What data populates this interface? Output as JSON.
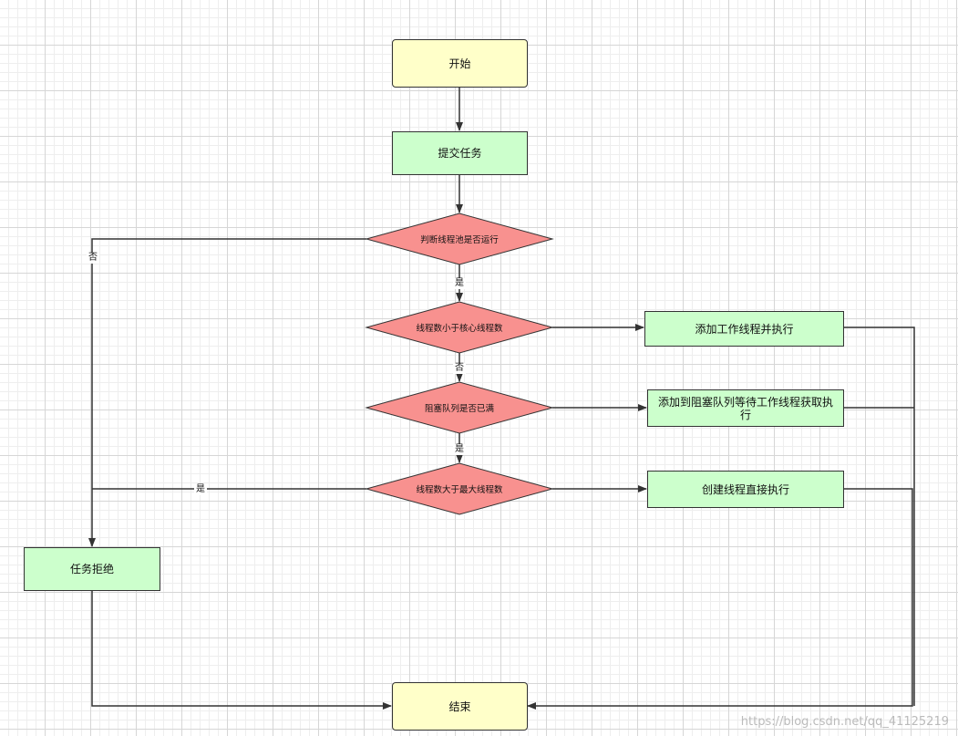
{
  "nodes": {
    "start": "开始",
    "submit": "提交任务",
    "check_running": "判断线程池是否运行",
    "check_core": "线程数小于核心线程数",
    "add_worker": "添加工作线程并执行",
    "check_queue": "阻塞队列是否已满",
    "add_queue": "添加到阻塞队列等待工作线程获取执行",
    "check_max": "线程数大于最大线程数",
    "create_direct": "创建线程直接执行",
    "reject": "任务拒绝",
    "end": "结束"
  },
  "edge_labels": {
    "running_no": "否",
    "running_yes": "是",
    "core_no": "否",
    "queue_yes": "是",
    "max_yes": "是"
  },
  "colors": {
    "terminal": "#ffffc9",
    "process": "#ccffcc",
    "decision": "#f8918f",
    "line": "#333333"
  },
  "watermark": "https://blog.csdn.net/qq_41125219"
}
